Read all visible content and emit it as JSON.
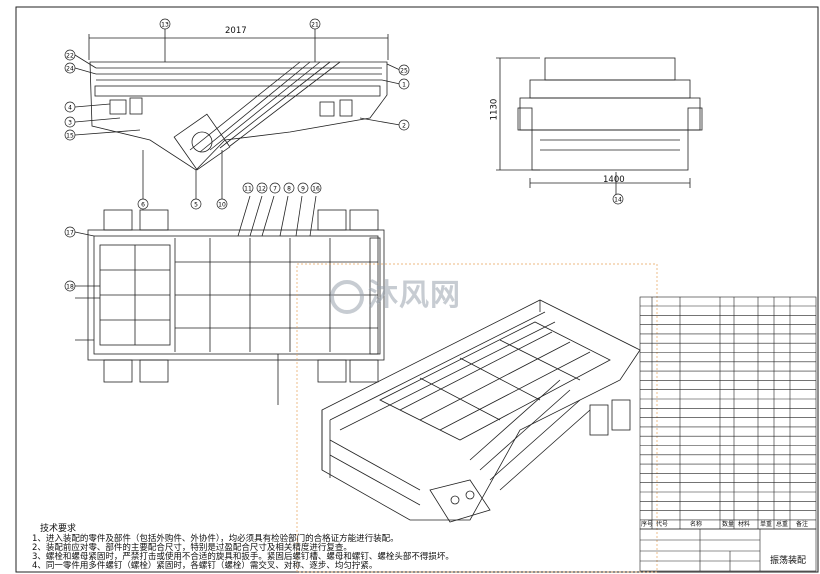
{
  "dim_top": "2017",
  "dim_right": "1130",
  "dim_bottom": "1400",
  "callouts": [
    "13",
    "21",
    "22",
    "24",
    "4",
    "3",
    "15",
    "1",
    "25",
    "2",
    "14",
    "6",
    "5",
    "10",
    "11",
    "12",
    "7",
    "8",
    "9",
    "16",
    "17",
    "18"
  ],
  "watermark": "沐风网",
  "tech_title": "技术要求",
  "tech_lines": [
    "1、进入装配的零件及部件（包括外购件、外协件），均必须具有检验部门的合格证方能进行装配。",
    "2、装配前应对零、部件的主要配合尺寸，特别是过盈配合尺寸及相关精度进行复查。",
    "3、螺栓和螺母紧固时，严禁打击或使用不合适的旋具和扳手。紧固后螺钉槽、螺母和螺钉、螺栓头部不得损坏。",
    "4、同一零件用多件螺钉（螺栓）紧固时，各螺钉（螺栓）需交叉、对称、逐步、均匀拧紧。"
  ],
  "bom_header": [
    "序号",
    "代号",
    "名称",
    "数量",
    "材料",
    "单重",
    "总重",
    "备注"
  ],
  "title_block": {
    "name": "振荡装配"
  }
}
